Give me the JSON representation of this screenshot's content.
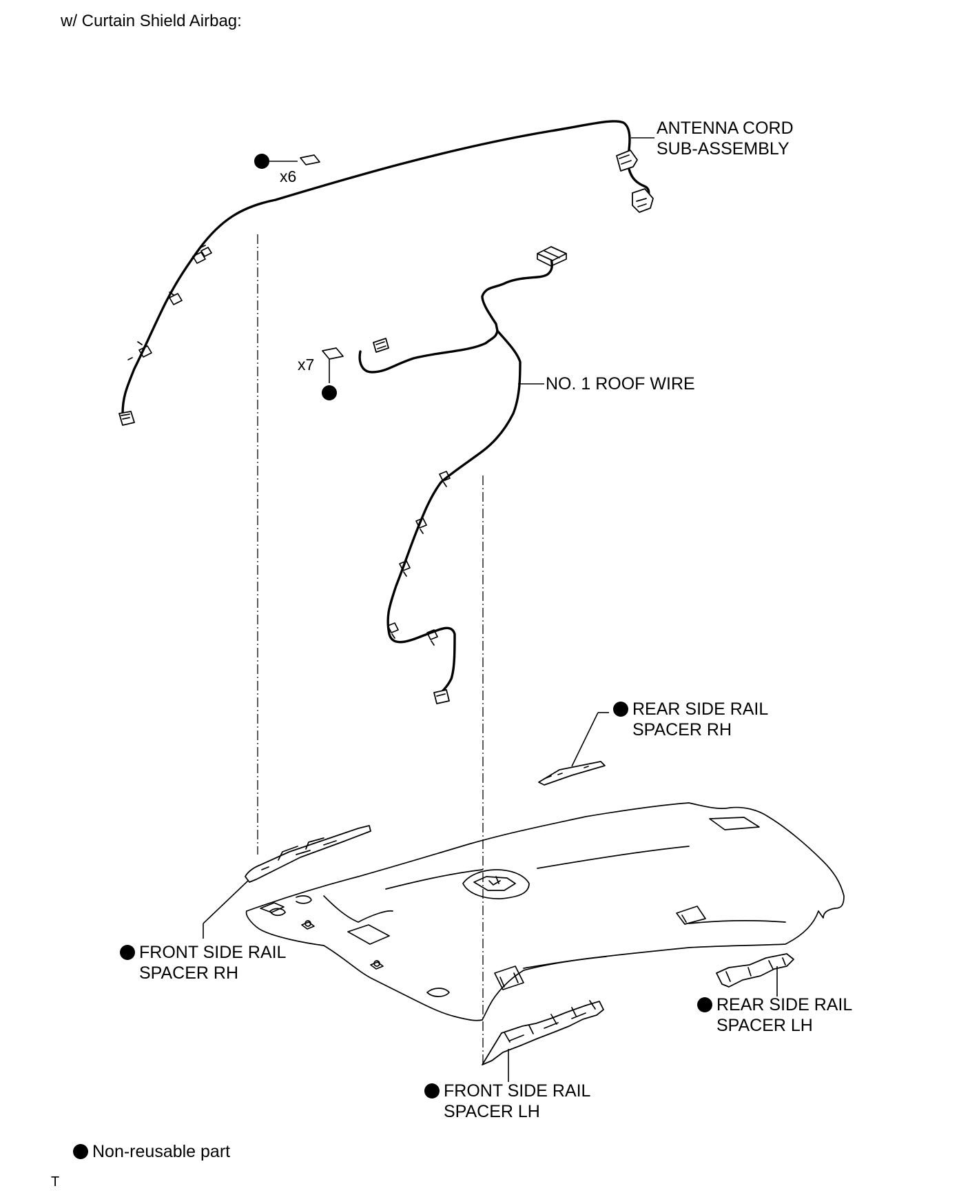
{
  "header": {
    "caption": "w/ Curtain Shield Airbag:"
  },
  "callouts": {
    "antenna_cord": {
      "line1": "ANTENNA CORD",
      "line2": "SUB-ASSEMBLY"
    },
    "roof_wire": {
      "text": "NO. 1 ROOF WIRE"
    },
    "rear_rail_rh": {
      "line1": "REAR SIDE RAIL",
      "line2": "SPACER RH",
      "non_reusable": true
    },
    "front_rail_rh": {
      "line1": "FRONT SIDE RAIL",
      "line2": "SPACER RH",
      "non_reusable": true
    },
    "rear_rail_lh": {
      "line1": "REAR SIDE RAIL",
      "line2": "SPACER LH",
      "non_reusable": true
    },
    "front_rail_lh": {
      "line1": "FRONT SIDE RAIL",
      "line2": "SPACER LH",
      "non_reusable": true
    }
  },
  "clamps": {
    "antenna_qty": "x6",
    "roof_wire_qty": "x7"
  },
  "legend": {
    "text": "Non-reusable part"
  },
  "footer": {
    "mark": "T"
  }
}
